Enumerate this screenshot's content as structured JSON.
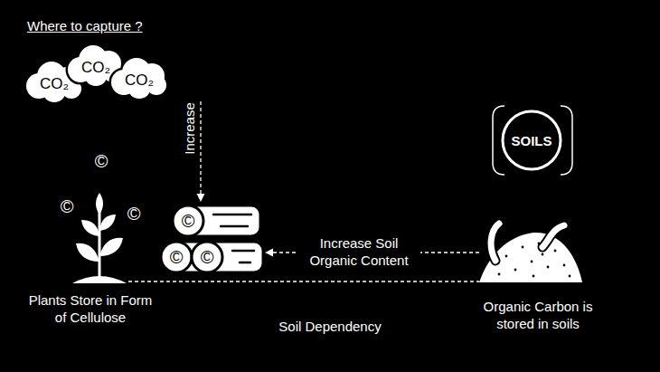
{
  "diagram": {
    "title": "Where to capture ?",
    "nodes": [
      {
        "text": [
          "CO₂",
          "CO₂",
          "CO₂"
        ]
      },
      {
        "text": [
          "SOILS"
        ]
      },
      {
        "text": [
          "Plants Store in Form of Cellulose"
        ]
      },
      {
        "text": [
          "©",
          "©",
          "©"
        ]
      },
      {
        "text": [
          "Organic Carbon is stored in soils"
        ]
      }
    ],
    "edges": [
      {
        "from": 0,
        "to": 3,
        "arrow": "to",
        "label": "Increase"
      },
      {
        "from": 4,
        "to": 3,
        "arrow": "to",
        "label": "Increase Soil Organic Content"
      },
      {
        "from": 2,
        "to": 4,
        "arrow": "none",
        "label": "Soil Dependency"
      }
    ],
    "labels": [
      "©",
      "©",
      "©"
    ]
  }
}
